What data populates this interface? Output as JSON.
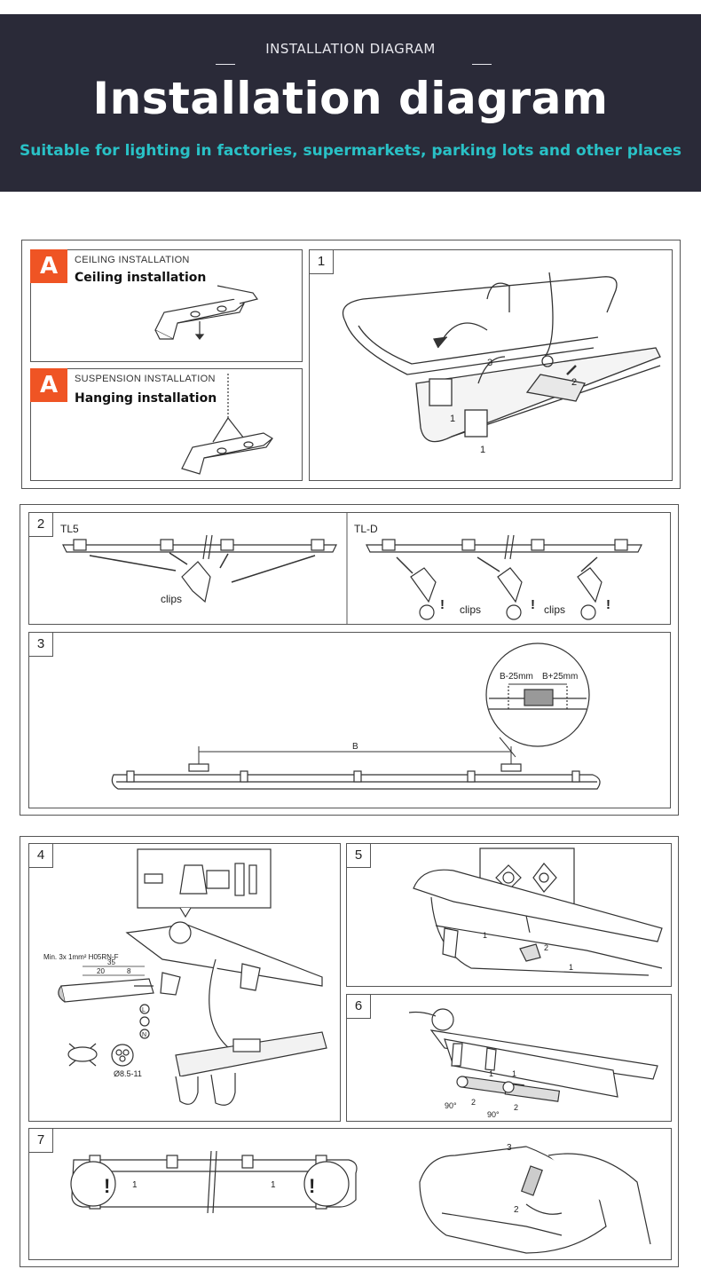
{
  "header": {
    "kicker": "INSTALLATION DIAGRAM",
    "title": "Installation diagram",
    "subtitle": "Suitable for lighting in factories, supermarkets, parking lots and other places"
  },
  "section_a": {
    "ceiling": {
      "badge": "A",
      "caption": "CEILING INSTALLATION",
      "label": "Ceiling installation"
    },
    "suspension": {
      "badge": "A",
      "caption": "SUSPENSION INSTALLATION",
      "label": "Hanging installation"
    }
  },
  "steps": {
    "s1": "1",
    "s2": "2",
    "s3": "3",
    "s4": "4",
    "s5": "5",
    "s6": "6",
    "s7": "7"
  },
  "step2": {
    "left_type": "TL5",
    "right_type": "TL-D",
    "clips": "clips"
  },
  "step3": {
    "dim_b": "B",
    "dim_minus": "B-25mm",
    "dim_plus": "B+25mm"
  },
  "step4": {
    "cable": "Min. 3x 1mm² H05RN-F",
    "len35": "35",
    "len20": "20",
    "len8": "8",
    "diameter": "Ø8.5-11",
    "L": "L",
    "N": "N"
  },
  "step6": {
    "angle": "90°"
  }
}
